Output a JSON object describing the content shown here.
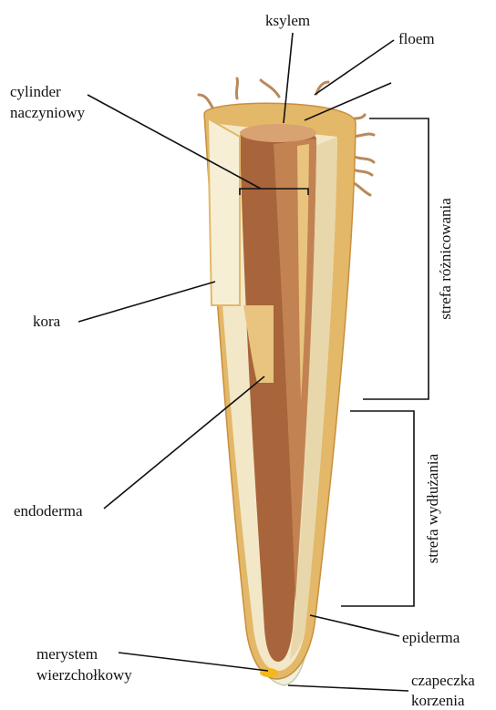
{
  "labels": {
    "ksylem": "ksylem",
    "floem": "floem",
    "cylinder_line1": "cylinder",
    "cylinder_line2": "naczyniowy",
    "kora": "kora",
    "endoderma": "endoderma",
    "merystem_line1": "merystem",
    "merystem_line2": "wierzchołkowy",
    "epiderma": "epiderma",
    "czapeczka_line1": "czapeczka",
    "czapeczka_line2": "korzenia",
    "strefa_roznicowania": "strefa różnicowania",
    "strefa_wydluzania": "strefa wydłużania"
  },
  "colors": {
    "epidermis": "#e3b868",
    "epidermis_edge": "#c98f3c",
    "cortex": "#f2e8c8",
    "cortex_shadow": "#e4d2a2",
    "stele": "#a8643a",
    "stele_light": "#c58554",
    "xylem_top": "#d8a272",
    "phloem_strip": "#e8c47e",
    "root_cap": "#eef0dc",
    "meristem": "#f2b81c",
    "root_hair": "#b98a5c"
  }
}
